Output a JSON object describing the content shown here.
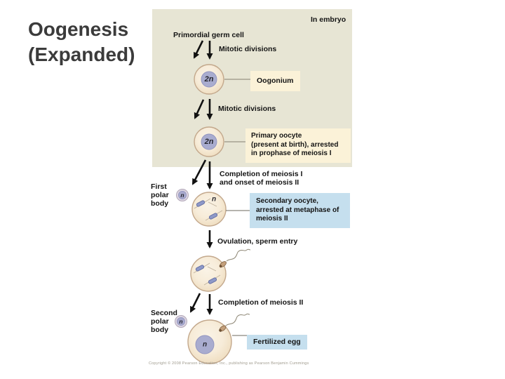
{
  "slide": {
    "title_line1": "Oogenesis",
    "title_line2": "(Expanded)",
    "copyright": "Copyright © 2008 Pearson Education, Inc., publishing as Pearson Benjamin Cummings"
  },
  "diagram": {
    "context_label": "In embryo",
    "primordial_label": "Primordial germ cell",
    "mitotic_divisions_1": "Mitotic divisions",
    "mitotic_divisions_2": "Mitotic divisions",
    "meiosis1_line1": "Completion of meiosis I",
    "meiosis1_line2": "and onset of meiosis II",
    "ovulation_label": "Ovulation, sperm entry",
    "meiosis2_label": "Completion of meiosis II",
    "oogonium": {
      "ploidy": "2n",
      "label": "Oogonium"
    },
    "primary_oocyte": {
      "ploidy": "2n",
      "label_line1": "Primary oocyte",
      "label_line2": "(present at birth), arrested",
      "label_line3": "in prophase of meiosis I"
    },
    "secondary_oocyte": {
      "ploidy": "n",
      "label_line1": "Secondary oocyte,",
      "label_line2": "arrested at metaphase of",
      "label_line3": "meiosis II"
    },
    "first_polar_body": {
      "ploidy": "n",
      "label_line1": "First",
      "label_line2": "polar",
      "label_line3": "body"
    },
    "second_polar_body": {
      "ploidy": "n",
      "label_line1": "Second",
      "label_line2": "polar",
      "label_line3": "body"
    },
    "fertilized_egg": {
      "ploidy": "n",
      "label": "Fertilized egg"
    }
  },
  "colors": {
    "panel_bg": "#e7e5d4",
    "cream_box_bg": "#fbf2d8",
    "blue_box_bg": "#c5dfee",
    "cell_fill": "#f7ecd9",
    "cell_border": "#c3a88c",
    "nucleus_fill": "#a9accf",
    "chromosome_fill": "#8e99c8",
    "arrow_color": "#111111",
    "copyright_text": "#a09b8e"
  }
}
